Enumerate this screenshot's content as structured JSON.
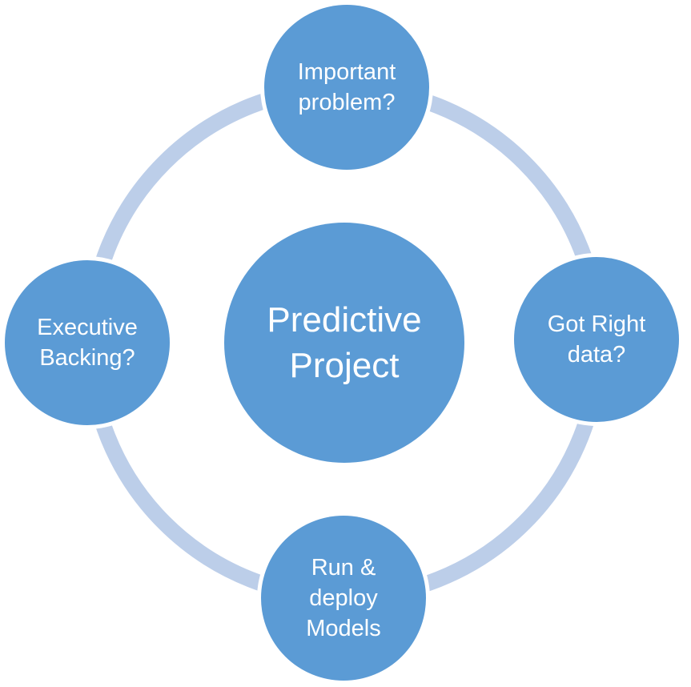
{
  "colors": {
    "background": "#ffffff",
    "node_fill": "#5b9bd5",
    "ring": "#bccee9",
    "node_text": "#ffffff"
  },
  "diagram": {
    "type": "cycle",
    "center": {
      "label": "Predictive Project",
      "lines": [
        "Predictive",
        "Project"
      ]
    },
    "nodes": [
      {
        "position": "top",
        "label": "Important problem?",
        "lines": [
          "Important",
          "problem?"
        ]
      },
      {
        "position": "right",
        "label": "Got Right data?",
        "lines": [
          "Got Right",
          "data?"
        ]
      },
      {
        "position": "bottom",
        "label": "Run & deploy Models",
        "lines": [
          "Run &",
          "deploy",
          "Models"
        ]
      },
      {
        "position": "left",
        "label": "Executive Backing?",
        "lines": [
          "Executive",
          "Backing?"
        ]
      }
    ]
  }
}
